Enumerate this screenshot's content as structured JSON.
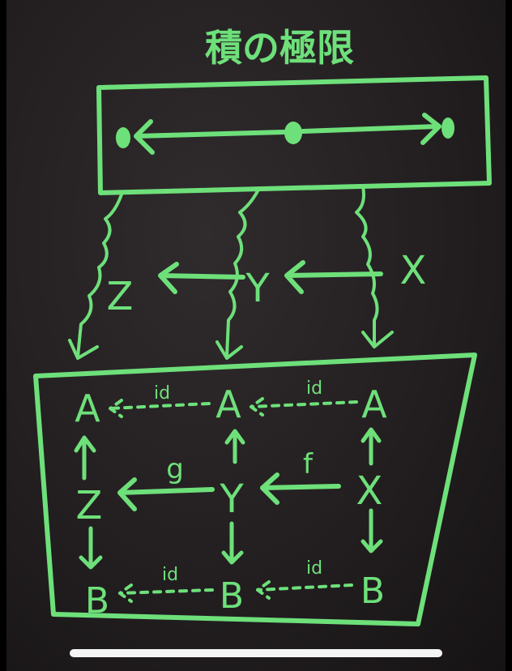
{
  "title": "積の極限",
  "colors": {
    "chalk": "#6ee07a",
    "board": "#231f21",
    "home_indicator": "#f4f4f4"
  },
  "top_diagram": {
    "shape": "three dots with arrows pointing outward (left and right)"
  },
  "middle_row": {
    "labels": [
      "Z",
      "Y",
      "X"
    ]
  },
  "bottom_square": {
    "top_row": [
      "A",
      "A",
      "A"
    ],
    "top_row_arrow_labels": [
      "id",
      "id"
    ],
    "middle_row": [
      "Z",
      "Y",
      "X"
    ],
    "middle_row_arrow_labels": [
      "g",
      "f"
    ],
    "bottom_row": [
      "B",
      "B",
      "B"
    ],
    "bottom_row_arrow_labels": [
      "id",
      "id"
    ]
  }
}
